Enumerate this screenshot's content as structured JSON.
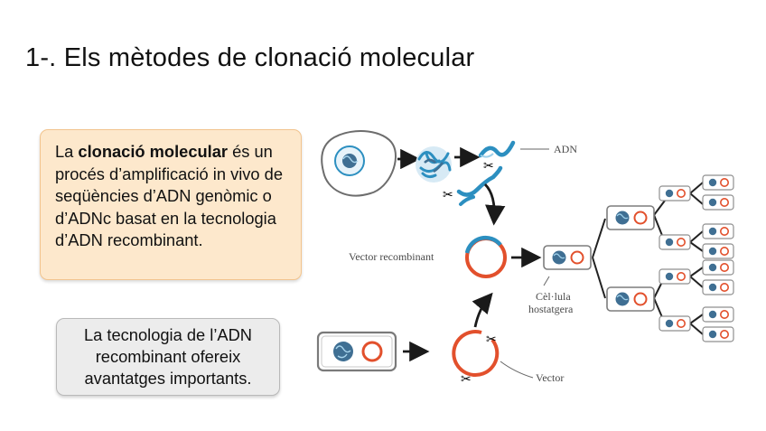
{
  "slide": {
    "title": "1-. Els mètodes de clonació molecular"
  },
  "orange_box": {
    "text_before": "La ",
    "bold": "clonació molecular",
    "text_after": " és un procés d’amplificació in vivo de seqüències d’ADN genòmic o d’ADNc basat en la tecnologia d’ADN recombinant."
  },
  "gray_box": {
    "text": "La tecnologia de l’ADN recombinant ofereix avantatges importants."
  },
  "diagram": {
    "label_adn": "ADN",
    "label_vector_recombinant": "Vector recombinant",
    "label_cell_line1": "Cèl·lula",
    "label_cell_line2": "hostatgera",
    "label_vector": "Vector",
    "colors": {
      "dna_blue": "#2c8fc0",
      "plasmid_red": "#e2502c",
      "dna_dark": "#3f6f93",
      "arrow": "#1a1a1a"
    }
  }
}
